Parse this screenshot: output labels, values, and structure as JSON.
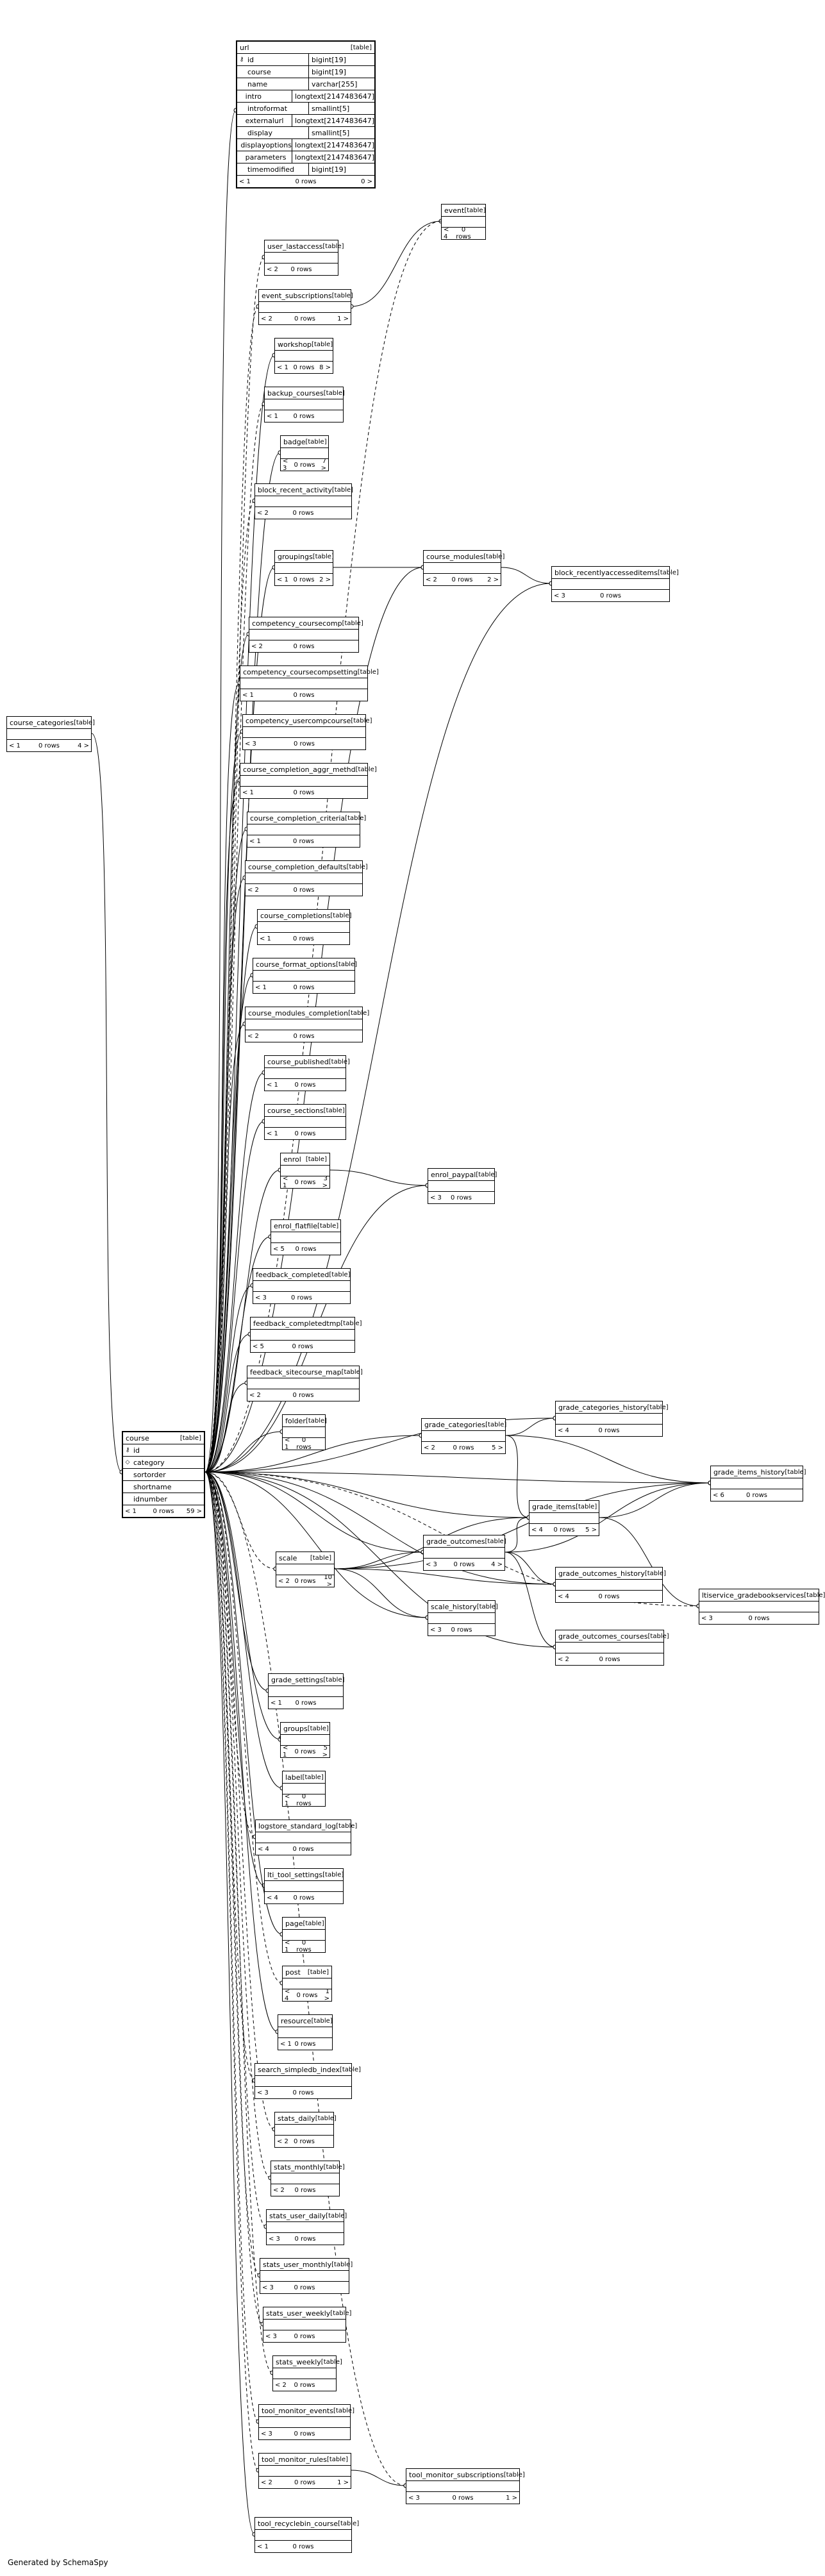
{
  "footer": "Generated by SchemaSpy",
  "tables": [
    {
      "id": "url",
      "name": "url",
      "tag": "[table]",
      "cols": [
        [
          "⚷",
          "id",
          "bigint[19]"
        ],
        [
          "",
          "course",
          "bigint[19]"
        ],
        [
          "",
          "name",
          "varchar[255]"
        ],
        [
          "",
          "intro",
          "longtext[2147483647]"
        ],
        [
          "",
          "introformat",
          "smallint[5]"
        ],
        [
          "",
          "externalurl",
          "longtext[2147483647]"
        ],
        [
          "",
          "display",
          "smallint[5]"
        ],
        [
          "",
          "displayoptions",
          "longtext[2147483647]"
        ],
        [
          "",
          "parameters",
          "longtext[2147483647]"
        ],
        [
          "",
          "timemodified",
          "bigint[19]"
        ]
      ],
      "l": "< 1",
      "m": "0 rows",
      "r": "0 >"
    },
    {
      "id": "event",
      "name": "event",
      "tag": "[table]",
      "l": "< 4",
      "m": "0 rows",
      "r": ""
    },
    {
      "id": "user_lastaccess",
      "name": "user_lastaccess",
      "tag": "[table]",
      "l": "< 2",
      "m": "0 rows",
      "r": ""
    },
    {
      "id": "event_subscriptions",
      "name": "event_subscriptions",
      "tag": "[table]",
      "l": "< 2",
      "m": "0 rows",
      "r": "1 >"
    },
    {
      "id": "workshop",
      "name": "workshop",
      "tag": "[table]",
      "l": "< 1",
      "m": "0 rows",
      "r": "8 >"
    },
    {
      "id": "backup_courses",
      "name": "backup_courses",
      "tag": "[table]",
      "l": "< 1",
      "m": "0 rows",
      "r": ""
    },
    {
      "id": "badge",
      "name": "badge",
      "tag": "[table]",
      "l": "< 3",
      "m": "0 rows",
      "r": "7 >"
    },
    {
      "id": "block_recent_activity",
      "name": "block_recent_activity",
      "tag": "[table]",
      "l": "< 2",
      "m": "0 rows",
      "r": ""
    },
    {
      "id": "groupings",
      "name": "groupings",
      "tag": "[table]",
      "l": "< 1",
      "m": "0 rows",
      "r": "2 >"
    },
    {
      "id": "course_modules",
      "name": "course_modules",
      "tag": "[table]",
      "l": "< 2",
      "m": "0 rows",
      "r": "2 >"
    },
    {
      "id": "block_recentlyaccesseditems",
      "name": "block_recentlyaccesseditems",
      "tag": "[table]",
      "l": "< 3",
      "m": "0 rows",
      "r": ""
    },
    {
      "id": "competency_coursecomp",
      "name": "competency_coursecomp",
      "tag": "[table]",
      "l": "< 2",
      "m": "0 rows",
      "r": ""
    },
    {
      "id": "competency_coursecompsetting",
      "name": "competency_coursecompsetting",
      "tag": "[table]",
      "l": "< 1",
      "m": "0 rows",
      "r": ""
    },
    {
      "id": "competency_usercompcourse",
      "name": "competency_usercompcourse",
      "tag": "[table]",
      "l": "< 3",
      "m": "0 rows",
      "r": ""
    },
    {
      "id": "course_categories",
      "name": "course_categories",
      "tag": "[table]",
      "l": "< 1",
      "m": "0 rows",
      "r": "4 >"
    },
    {
      "id": "course_completion_aggr_methd",
      "name": "course_completion_aggr_methd",
      "tag": "[table]",
      "l": "< 1",
      "m": "0 rows",
      "r": ""
    },
    {
      "id": "course_completion_criteria",
      "name": "course_completion_criteria",
      "tag": "[table]",
      "l": "< 1",
      "m": "0 rows",
      "r": ""
    },
    {
      "id": "course_completion_defaults",
      "name": "course_completion_defaults",
      "tag": "[table]",
      "l": "< 2",
      "m": "0 rows",
      "r": ""
    },
    {
      "id": "course_completions",
      "name": "course_completions",
      "tag": "[table]",
      "l": "< 1",
      "m": "0 rows",
      "r": ""
    },
    {
      "id": "course_format_options",
      "name": "course_format_options",
      "tag": "[table]",
      "l": "< 1",
      "m": "0 rows",
      "r": ""
    },
    {
      "id": "course_modules_completion",
      "name": "course_modules_completion",
      "tag": "[table]",
      "l": "< 2",
      "m": "0 rows",
      "r": ""
    },
    {
      "id": "course_published",
      "name": "course_published",
      "tag": "[table]",
      "l": "< 1",
      "m": "0 rows",
      "r": ""
    },
    {
      "id": "course_sections",
      "name": "course_sections",
      "tag": "[table]",
      "l": "< 1",
      "m": "0 rows",
      "r": ""
    },
    {
      "id": "enrol",
      "name": "enrol",
      "tag": "[table]",
      "l": "< 1",
      "m": "0 rows",
      "r": "3 >"
    },
    {
      "id": "enrol_paypal",
      "name": "enrol_paypal",
      "tag": "[table]",
      "l": "< 3",
      "m": "0 rows",
      "r": ""
    },
    {
      "id": "enrol_flatfile",
      "name": "enrol_flatfile",
      "tag": "[table]",
      "l": "< 5",
      "m": "0 rows",
      "r": ""
    },
    {
      "id": "feedback_completed",
      "name": "feedback_completed",
      "tag": "[table]",
      "l": "< 3",
      "m": "0 rows",
      "r": ""
    },
    {
      "id": "feedback_completedtmp",
      "name": "feedback_completedtmp",
      "tag": "[table]",
      "l": "< 5",
      "m": "0 rows",
      "r": ""
    },
    {
      "id": "feedback_sitecourse_map",
      "name": "feedback_sitecourse_map",
      "tag": "[table]",
      "l": "< 2",
      "m": "0 rows",
      "r": ""
    },
    {
      "id": "folder",
      "name": "folder",
      "tag": "[table]",
      "l": "< 1",
      "m": "0 rows",
      "r": ""
    },
    {
      "id": "grade_categories",
      "name": "grade_categories",
      "tag": "[table]",
      "l": "< 2",
      "m": "0 rows",
      "r": "5 >"
    },
    {
      "id": "grade_categories_history",
      "name": "grade_categories_history",
      "tag": "[table]",
      "l": "< 4",
      "m": "0 rows",
      "r": ""
    },
    {
      "id": "grade_items_history",
      "name": "grade_items_history",
      "tag": "[table]",
      "l": "< 6",
      "m": "0 rows",
      "r": ""
    },
    {
      "id": "course",
      "name": "course",
      "tag": "[table]",
      "cols": [
        [
          "⚷",
          "id",
          ""
        ],
        [
          "◇",
          "category",
          ""
        ],
        [
          "",
          "sortorder",
          ""
        ],
        [
          "",
          "shortname",
          ""
        ],
        [
          "",
          "idnumber",
          ""
        ]
      ],
      "l": "< 1",
      "m": "0 rows",
      "r": "59 >"
    },
    {
      "id": "grade_items",
      "name": "grade_items",
      "tag": "[table]",
      "l": "< 4",
      "m": "0 rows",
      "r": "5 >"
    },
    {
      "id": "grade_outcomes",
      "name": "grade_outcomes",
      "tag": "[table]",
      "l": "< 3",
      "m": "0 rows",
      "r": "4 >"
    },
    {
      "id": "scale",
      "name": "scale",
      "tag": "[table]",
      "l": "< 2",
      "m": "0 rows",
      "r": "10 >"
    },
    {
      "id": "grade_outcomes_history",
      "name": "grade_outcomes_history",
      "tag": "[table]",
      "l": "< 4",
      "m": "0 rows",
      "r": ""
    },
    {
      "id": "ltiservice_gradebookservices",
      "name": "ltiservice_gradebookservices",
      "tag": "[table]",
      "l": "< 3",
      "m": "0 rows",
      "r": ""
    },
    {
      "id": "scale_history",
      "name": "scale_history",
      "tag": "[table]",
      "l": "< 3",
      "m": "0 rows",
      "r": ""
    },
    {
      "id": "grade_outcomes_courses",
      "name": "grade_outcomes_courses",
      "tag": "[table]",
      "l": "< 2",
      "m": "0 rows",
      "r": ""
    },
    {
      "id": "grade_settings",
      "name": "grade_settings",
      "tag": "[table]",
      "l": "< 1",
      "m": "0 rows",
      "r": ""
    },
    {
      "id": "groups",
      "name": "groups",
      "tag": "[table]",
      "l": "< 1",
      "m": "0 rows",
      "r": "5 >"
    },
    {
      "id": "label",
      "name": "label",
      "tag": "[table]",
      "l": "< 1",
      "m": "0 rows",
      "r": ""
    },
    {
      "id": "logstore_standard_log",
      "name": "logstore_standard_log",
      "tag": "[table]",
      "l": "< 4",
      "m": "0 rows",
      "r": ""
    },
    {
      "id": "lti_tool_settings",
      "name": "lti_tool_settings",
      "tag": "[table]",
      "l": "< 4",
      "m": "0 rows",
      "r": ""
    },
    {
      "id": "page",
      "name": "page",
      "tag": "[table]",
      "l": "< 1",
      "m": "0 rows",
      "r": ""
    },
    {
      "id": "post",
      "name": "post",
      "tag": "[table]",
      "l": "< 4",
      "m": "0 rows",
      "r": "1 >"
    },
    {
      "id": "resource",
      "name": "resource",
      "tag": "[table]",
      "l": "< 1",
      "m": "0 rows",
      "r": ""
    },
    {
      "id": "search_simpledb_index",
      "name": "search_simpledb_index",
      "tag": "[table]",
      "l": "< 3",
      "m": "0 rows",
      "r": ""
    },
    {
      "id": "stats_daily",
      "name": "stats_daily",
      "tag": "[table]",
      "l": "< 2",
      "m": "0 rows",
      "r": ""
    },
    {
      "id": "stats_monthly",
      "name": "stats_monthly",
      "tag": "[table]",
      "l": "< 2",
      "m": "0 rows",
      "r": ""
    },
    {
      "id": "stats_user_daily",
      "name": "stats_user_daily",
      "tag": "[table]",
      "l": "< 3",
      "m": "0 rows",
      "r": ""
    },
    {
      "id": "stats_user_monthly",
      "name": "stats_user_monthly",
      "tag": "[table]",
      "l": "< 3",
      "m": "0 rows",
      "r": ""
    },
    {
      "id": "stats_user_weekly",
      "name": "stats_user_weekly",
      "tag": "[table]",
      "l": "< 3",
      "m": "0 rows",
      "r": ""
    },
    {
      "id": "stats_weekly",
      "name": "stats_weekly",
      "tag": "[table]",
      "l": "< 2",
      "m": "0 rows",
      "r": ""
    },
    {
      "id": "tool_monitor_events",
      "name": "tool_monitor_events",
      "tag": "[table]",
      "l": "< 3",
      "m": "0 rows",
      "r": ""
    },
    {
      "id": "tool_monitor_rules",
      "name": "tool_monitor_rules",
      "tag": "[table]",
      "l": "< 2",
      "m": "0 rows",
      "r": "1 >"
    },
    {
      "id": "tool_monitor_subscriptions",
      "name": "tool_monitor_subscriptions",
      "tag": "[table]",
      "l": "< 3",
      "m": "0 rows",
      "r": "1 >"
    },
    {
      "id": "tool_recyclebin_course",
      "name": "tool_recyclebin_course",
      "tag": "[table]",
      "l": "< 1",
      "m": "0 rows",
      "r": ""
    }
  ],
  "edges": [
    [
      "url",
      "course",
      0
    ],
    [
      "event",
      "course",
      1
    ],
    [
      "user_lastaccess",
      "course",
      1
    ],
    [
      "event_subscriptions",
      "course",
      1
    ],
    [
      "event_subscriptions",
      "event",
      0
    ],
    [
      "workshop",
      "course",
      0
    ],
    [
      "backup_courses",
      "course",
      1
    ],
    [
      "badge",
      "course",
      0
    ],
    [
      "block_recent_activity",
      "course",
      1
    ],
    [
      "groupings",
      "course",
      0
    ],
    [
      "course_modules",
      "course",
      0
    ],
    [
      "course_modules",
      "groupings",
      0
    ],
    [
      "block_recentlyaccesseditems",
      "course",
      0
    ],
    [
      "block_recentlyaccesseditems",
      "course_modules",
      0
    ],
    [
      "competency_coursecomp",
      "course",
      0
    ],
    [
      "competency_coursecompsetting",
      "course",
      0
    ],
    [
      "competency_usercompcourse",
      "course",
      0
    ],
    [
      "course",
      "course_categories",
      0
    ],
    [
      "course_completion_aggr_methd",
      "course",
      0
    ],
    [
      "course_completion_criteria",
      "course",
      0
    ],
    [
      "course_completion_defaults",
      "course",
      0
    ],
    [
      "course_completions",
      "course",
      0
    ],
    [
      "course_format_options",
      "course",
      0
    ],
    [
      "course_modules_completion",
      "course",
      0
    ],
    [
      "course_published",
      "course",
      0
    ],
    [
      "course_sections",
      "course",
      0
    ],
    [
      "enrol",
      "course",
      0
    ],
    [
      "enrol_paypal",
      "course",
      0
    ],
    [
      "enrol_paypal",
      "enrol",
      0
    ],
    [
      "enrol_flatfile",
      "course",
      0
    ],
    [
      "feedback_completed",
      "course",
      0
    ],
    [
      "feedback_completedtmp",
      "course",
      0
    ],
    [
      "feedback_sitecourse_map",
      "course",
      0
    ],
    [
      "folder",
      "course",
      0
    ],
    [
      "grade_categories",
      "course",
      0
    ],
    [
      "grade_categories_history",
      "course",
      0
    ],
    [
      "grade_categories_history",
      "grade_categories",
      0
    ],
    [
      "grade_items_history",
      "course",
      0
    ],
    [
      "grade_items_history",
      "grade_categories",
      0
    ],
    [
      "grade_items",
      "course",
      0
    ],
    [
      "grade_items",
      "grade_categories",
      0
    ],
    [
      "grade_items",
      "scale",
      0
    ],
    [
      "grade_items",
      "grade_outcomes",
      0
    ],
    [
      "grade_items_history",
      "grade_items",
      0
    ],
    [
      "grade_items_history",
      "scale",
      0
    ],
    [
      "grade_items_history",
      "grade_outcomes",
      0
    ],
    [
      "grade_outcomes",
      "course",
      0
    ],
    [
      "grade_outcomes",
      "scale",
      0
    ],
    [
      "grade_outcomes_history",
      "course",
      0
    ],
    [
      "grade_outcomes_history",
      "scale",
      0
    ],
    [
      "grade_outcomes_history",
      "grade_outcomes",
      0
    ],
    [
      "ltiservice_gradebookservices",
      "course",
      1
    ],
    [
      "ltiservice_gradebookservices",
      "grade_items",
      0
    ],
    [
      "scale",
      "course",
      1
    ],
    [
      "scale_history",
      "course",
      0
    ],
    [
      "scale_history",
      "scale",
      0
    ],
    [
      "grade_outcomes_courses",
      "course",
      0
    ],
    [
      "grade_outcomes_courses",
      "grade_outcomes",
      0
    ],
    [
      "grade_settings",
      "course",
      0
    ],
    [
      "groups",
      "course",
      0
    ],
    [
      "label",
      "course",
      0
    ],
    [
      "logstore_standard_log",
      "course",
      1
    ],
    [
      "lti_tool_settings",
      "course",
      0
    ],
    [
      "page",
      "course",
      0
    ],
    [
      "post",
      "course",
      1
    ],
    [
      "resource",
      "course",
      0
    ],
    [
      "search_simpledb_index",
      "course",
      1
    ],
    [
      "stats_daily",
      "course",
      1
    ],
    [
      "stats_monthly",
      "course",
      1
    ],
    [
      "stats_user_daily",
      "course",
      1
    ],
    [
      "stats_user_monthly",
      "course",
      1
    ],
    [
      "stats_user_weekly",
      "course",
      1
    ],
    [
      "stats_weekly",
      "course",
      1
    ],
    [
      "tool_monitor_events",
      "course",
      1
    ],
    [
      "tool_monitor_rules",
      "course",
      1
    ],
    [
      "tool_monitor_subscriptions",
      "course",
      1
    ],
    [
      "tool_monitor_subscriptions",
      "tool_monitor_rules",
      0
    ],
    [
      "tool_recyclebin_course",
      "course",
      0
    ]
  ]
}
